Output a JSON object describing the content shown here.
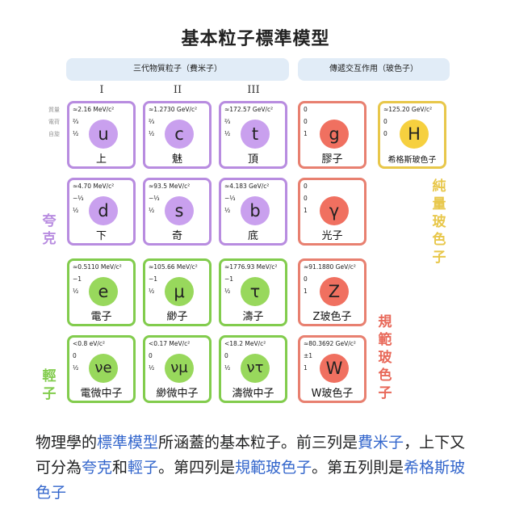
{
  "title": "基本粒子標準模型",
  "headers": {
    "fermions": "三代物質粒子（費米子）",
    "interactions": "傳遞交互作用（玻色子）"
  },
  "generations": [
    "I",
    "II",
    "III"
  ],
  "row_labels": [
    "質量",
    "電荷",
    "自旋"
  ],
  "side_labels": {
    "quarks": [
      "夸",
      "克"
    ],
    "leptons": [
      "輕",
      "子"
    ],
    "gauge": [
      "規",
      "範",
      "玻",
      "色",
      "子"
    ],
    "scalar": [
      "純",
      "量",
      "玻",
      "色",
      "子"
    ]
  },
  "particles": {
    "u": {
      "mass": "≈2.16 MeV/c²",
      "charge": "⅔",
      "spin": "½",
      "symbol": "u",
      "name": "上"
    },
    "c": {
      "mass": "≈1.2730 GeV/c²",
      "charge": "⅔",
      "spin": "½",
      "symbol": "c",
      "name": "魅"
    },
    "t": {
      "mass": "≈172.57 GeV/c²",
      "charge": "⅔",
      "spin": "½",
      "symbol": "t",
      "name": "頂"
    },
    "g": {
      "mass": "0",
      "charge": "0",
      "spin": "1",
      "symbol": "g",
      "name": "膠子"
    },
    "H": {
      "mass": "≈125.20 GeV/c²",
      "charge": "0",
      "spin": "0",
      "symbol": "H",
      "name": "希格斯玻色子"
    },
    "d": {
      "mass": "≈4.70 MeV/c²",
      "charge": "−⅓",
      "spin": "½",
      "symbol": "d",
      "name": "下"
    },
    "s": {
      "mass": "≈93.5 MeV/c²",
      "charge": "−⅓",
      "spin": "½",
      "symbol": "s",
      "name": "奇"
    },
    "b": {
      "mass": "≈4.183 GeV/c²",
      "charge": "−⅓",
      "spin": "½",
      "symbol": "b",
      "name": "底"
    },
    "gamma": {
      "mass": "0",
      "charge": "0",
      "spin": "1",
      "symbol": "γ",
      "name": "光子"
    },
    "e": {
      "mass": "≈0.5110 MeV/c²",
      "charge": "−1",
      "spin": "½",
      "symbol": "e",
      "name": "電子"
    },
    "mu": {
      "mass": "≈105.66 MeV/c²",
      "charge": "−1",
      "spin": "½",
      "symbol": "μ",
      "name": "緲子"
    },
    "tau": {
      "mass": "≈1776.93 MeV/c²",
      "charge": "−1",
      "spin": "½",
      "symbol": "τ",
      "name": "濤子"
    },
    "Z": {
      "mass": "≈91.1880 GeV/c²",
      "charge": "0",
      "spin": "1",
      "symbol": "Z",
      "name": "Z玻色子"
    },
    "ve": {
      "mass": "<0.8 eV/c²",
      "charge": "0",
      "spin": "½",
      "symbol": "νe",
      "name": "電微中子"
    },
    "vmu": {
      "mass": "<0.17 MeV/c²",
      "charge": "0",
      "spin": "½",
      "symbol": "νμ",
      "name": "緲微中子"
    },
    "vtau": {
      "mass": "<18.2 MeV/c²",
      "charge": "0",
      "spin": "½",
      "symbol": "ντ",
      "name": "濤微中子"
    },
    "W": {
      "mass": "≈80.3692 GeV/c²",
      "charge": "±1",
      "spin": "1",
      "symbol": "W",
      "name": "W玻色子"
    }
  },
  "caption": {
    "p1": "物理學的",
    "l1": "標準模型",
    "p2": "所涵蓋的基本粒子。前三列是",
    "l2": "費米子",
    "p3": "，上下又可分為",
    "l3": "夸克",
    "p4": "和",
    "l4": "輕子",
    "p5": "。第四列是",
    "l5": "規範玻色子",
    "p6": "。第五列則是",
    "l6": "希格斯玻色子"
  },
  "colors": {
    "quark": "#b88ce0",
    "lepton": "#82cc4d",
    "gauge": "#e88070",
    "scalar": "#e8c74a",
    "header": "#e1ecf7",
    "link": "#3366cc"
  }
}
